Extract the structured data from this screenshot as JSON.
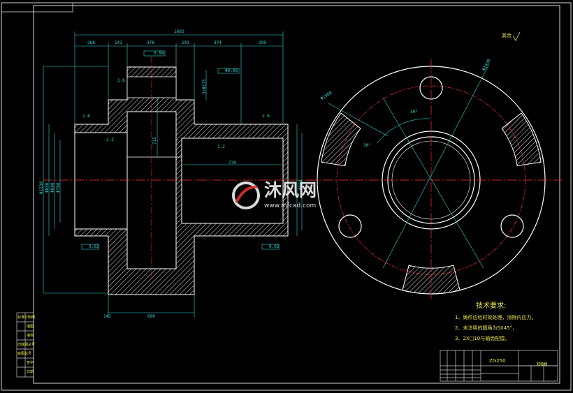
{
  "drawing": {
    "material_label": "ZG250",
    "roughness_note": "其余",
    "tech_title": "技术要求:",
    "tech_notes": [
      "1、铸件应经时效处理，消除内应力。",
      "2、未注明的圆角为5X45°，",
      "3、2X□10与轴齿配镗。"
    ],
    "title_block_name": "联轴器"
  },
  "dimensions": {
    "overall": "1602",
    "top_segments": [
      "268",
      "141",
      "378",
      "141",
      "374",
      "299"
    ],
    "bore_len": "770",
    "left_len": "600",
    "small_141": "141",
    "center_h": "715",
    "dia_left": [
      "Φ1530",
      "Φ856",
      "Φ800",
      "Φ768"
    ],
    "dia_right": "Φ560",
    "rough_a": "1.6",
    "rough_b": "3.2",
    "rough_c": "1.2",
    "fcf_a": "0.04",
    "fcf_b": "Φ0.08",
    "fcf_c": "0.02",
    "fcf_d": "0.02",
    "vert_dim": "3×Φ175",
    "angle": "30°",
    "circle_dim": "Φ1430",
    "circle_dim2": "Φ1560"
  },
  "left_panel": [
    "标准件明细",
    "描图",
    "描校",
    "旧底图总号",
    "底图总号",
    "签字",
    "日期"
  ],
  "watermark": {
    "brand": "沐风网",
    "url": "www.mfcad.com"
  }
}
